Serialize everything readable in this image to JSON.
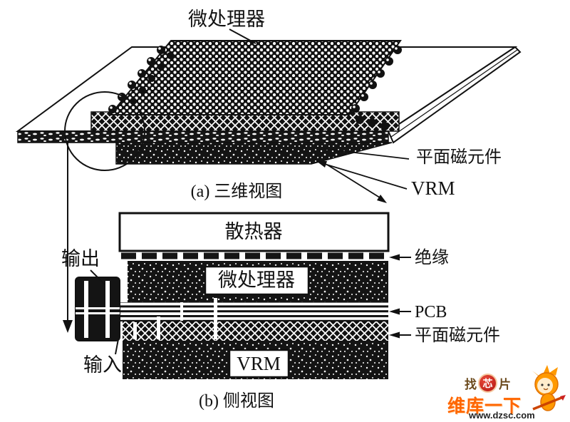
{
  "view_a": {
    "caption": "(a) 三维视图",
    "label_microprocessor": "微处理器",
    "label_planar_magnetics": "平面磁元件",
    "label_vrm": "VRM"
  },
  "view_b": {
    "caption": "(b) 侧视图",
    "label_heatsink": "散热器",
    "label_insulation": "绝缘",
    "label_output": "输出",
    "label_microprocessor": "微处理器",
    "label_pcb": "PCB",
    "label_planar_magnetics": "平面磁元件",
    "label_input": "输入",
    "label_vrm": "VRM"
  },
  "watermark": {
    "tagline_left": "找",
    "tagline_circle": "芯",
    "tagline_right": "片",
    "brand": "维库一下",
    "url": "www.dzsc.com"
  },
  "colors": {
    "ink": "#111111",
    "paper": "#ffffff",
    "watermark_orange": "#ff6600",
    "watermark_red": "#b31410"
  }
}
